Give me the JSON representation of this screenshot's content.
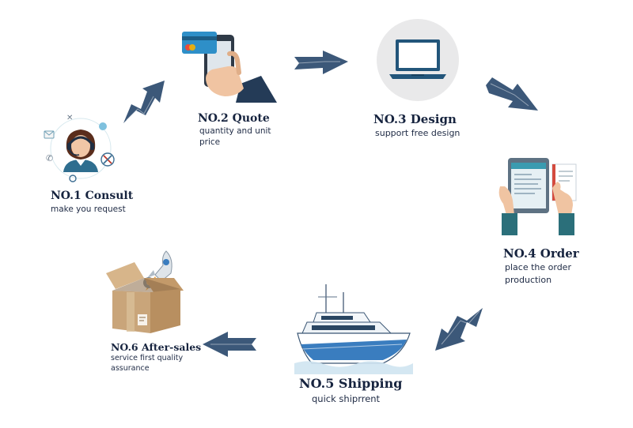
{
  "steps": [
    {
      "title": "NO.1 Consult",
      "subtitle": "make you request",
      "icon": "customer-service-agent-icon"
    },
    {
      "title": "NO.2 Quote",
      "subtitle_lines": [
        "quantity and unit",
        "price"
      ],
      "icon": "card-payment-phone-icon"
    },
    {
      "title": "NO.3 Design",
      "subtitle": "support free design",
      "icon": "laptop-icon"
    },
    {
      "title": "NO.4 Order",
      "subtitle_lines": [
        "place the order",
        "production"
      ],
      "icon": "tablet-document-icon"
    },
    {
      "title": "NO.5 Shipping",
      "subtitle": "quick shiprrent",
      "icon": "yacht-icon"
    },
    {
      "title": "NO.6 After-sales",
      "subtitle_lines": [
        "service first quality",
        "assurance"
      ],
      "icon": "open-box-rocket-icon"
    }
  ],
  "colors": {
    "text": "#17243f",
    "arrow": "#2b4a6e",
    "teal": "#2b6f7a",
    "laptop_bg": "#e9e9ea",
    "box": "#c9a57a"
  }
}
